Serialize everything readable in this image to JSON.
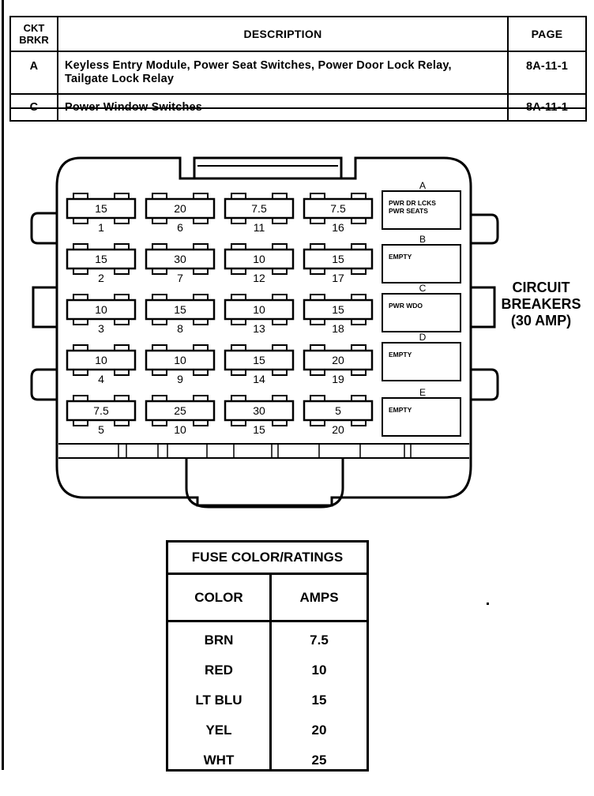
{
  "reference_table": {
    "header": {
      "breaker": [
        "CKT",
        "BRKR"
      ],
      "description": "DESCRIPTION",
      "page": "PAGE"
    },
    "rows": [
      {
        "breaker": "A",
        "description_lines": [
          "Keyless Entry Module, Power Seat Switches, Power Door Lock Relay,",
          "Tailgate Lock Relay"
        ],
        "page": "8A-11-1"
      },
      {
        "breaker": "C",
        "description_lines": [
          "Power Window Switches"
        ],
        "page": "8A-11-1"
      }
    ]
  },
  "fuse_block": {
    "fuses": [
      {
        "number": "1",
        "rating": "15"
      },
      {
        "number": "6",
        "rating": "20"
      },
      {
        "number": "11",
        "rating": "7.5"
      },
      {
        "number": "16",
        "rating": "7.5"
      },
      {
        "number": "2",
        "rating": "15"
      },
      {
        "number": "7",
        "rating": "30"
      },
      {
        "number": "12",
        "rating": "10"
      },
      {
        "number": "17",
        "rating": "15"
      },
      {
        "number": "3",
        "rating": "10"
      },
      {
        "number": "8",
        "rating": "15"
      },
      {
        "number": "13",
        "rating": "10"
      },
      {
        "number": "18",
        "rating": "15"
      },
      {
        "number": "4",
        "rating": "10"
      },
      {
        "number": "9",
        "rating": "10"
      },
      {
        "number": "14",
        "rating": "15"
      },
      {
        "number": "19",
        "rating": "20"
      },
      {
        "number": "5",
        "rating": "7.5"
      },
      {
        "number": "10",
        "rating": "25"
      },
      {
        "number": "15",
        "rating": "30"
      },
      {
        "number": "20",
        "rating": "5"
      }
    ],
    "circuit_breakers": [
      {
        "letter": "A",
        "lines": [
          "PWR DR LCKS",
          "PWR SEATS"
        ]
      },
      {
        "letter": "B",
        "lines": [
          "EMPTY"
        ]
      },
      {
        "letter": "C",
        "lines": [
          "PWR WDO"
        ]
      },
      {
        "letter": "D",
        "lines": [
          "EMPTY"
        ]
      },
      {
        "letter": "E",
        "lines": [
          "EMPTY"
        ]
      }
    ],
    "circuit_breakers_label": [
      "CIRCUIT",
      "BREAKERS",
      "(30 AMP)"
    ]
  },
  "color_ratings": {
    "title": "FUSE COLOR/RATINGS",
    "headers": [
      "COLOR",
      "AMPS"
    ],
    "rows": [
      {
        "color": "BRN",
        "amps": "7.5"
      },
      {
        "color": "RED",
        "amps": "10"
      },
      {
        "color": "LT BLU",
        "amps": "15"
      },
      {
        "color": "YEL",
        "amps": "20"
      },
      {
        "color": "WHT",
        "amps": "25"
      }
    ]
  }
}
